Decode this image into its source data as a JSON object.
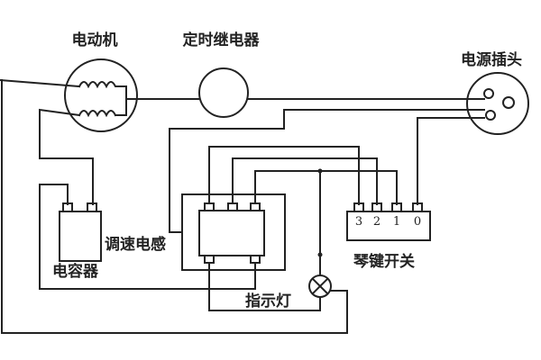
{
  "labels": {
    "motor": "电动机",
    "timer_relay": "定时继电器",
    "power_plug": "电源插头",
    "speed_inductor": "调速电感",
    "capacitor": "电容器",
    "key_switch": "琴键开关",
    "indicator_lamp": "指示灯"
  },
  "switch_positions": [
    "3",
    "2",
    "1",
    "0"
  ]
}
